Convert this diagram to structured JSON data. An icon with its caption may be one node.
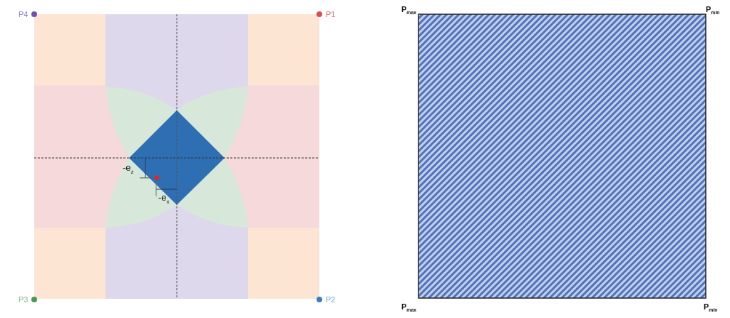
{
  "diagram": {
    "labels": [
      "P4",
      "P1",
      "P$_{max}$",
      "P$_{min}$",
      "-e$_{z}$",
      "-e$_{x}$",
      "P3",
      "P2",
      "P$_{max}$",
      "P$_{min}$"
    ]
  }
}
